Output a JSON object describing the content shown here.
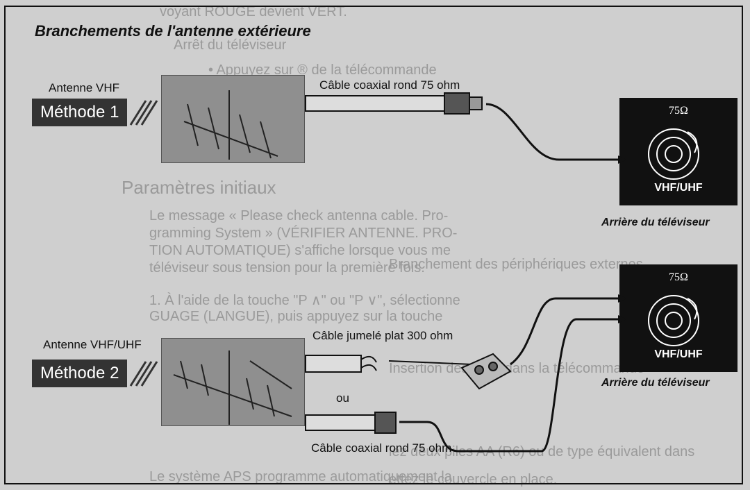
{
  "heading": "Branchements de l'antenne extérieure",
  "method1": {
    "antenna_label": "Antenne VHF",
    "method_label": "Méthode 1",
    "cable_label": "Câble coaxial rond 75 ohm"
  },
  "method2": {
    "antenna_label": "Antenne VHF/UHF",
    "method_label": "Méthode 2",
    "cable_flat_label": "Câble jumelé plat 300 ohm",
    "or_label": "ou",
    "cable_coax_label": "Câble coaxial rond 75 ohm"
  },
  "tv": {
    "impedance": "75Ω",
    "band": "VHF/UHF",
    "caption": "Arrière du téléviseur"
  },
  "background_bleed": [
    "voyant ROUGE devient VERT.",
    "Arrêt du téléviseur",
    "• Appuyez sur   ®  de la télécommande",
    "Paramètres initiaux",
    "Le message « Please check antenna cable. Pro-",
    "gramming System » (VÉRIFIER ANTENNE. PRO-",
    "TION AUTOMATIQUE) s'affiche lorsque vous me",
    "téléviseur sous tension pour la première fois.",
    "1. À l'aide de la touche \"P ∧\" ou \"P ∨\", sélectionne",
    "GUAGE (LANGUE), puis appuyez sur la touche",
    "Le système APS programme automatiquement la",
    "Branchement des périphériques externes",
    "Insertion des piles dans la télécommande",
    "lez deux piles AA (R6) ou de type équivalent dans",
    "ettez le couvercle en place."
  ]
}
